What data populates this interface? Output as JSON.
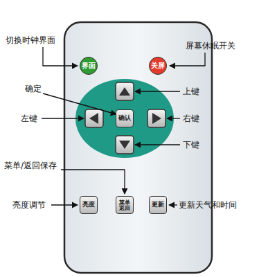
{
  "diagram": {
    "nodes": [
      {
        "text": [
          "界面"
        ]
      },
      {
        "text": [
          "关屏"
        ]
      },
      {
        "text": [
          "确认"
        ]
      },
      {
        "text": [
          "亮度"
        ]
      },
      {
        "text": [
          "菜单 返回"
        ]
      },
      {
        "text": [
          "更新"
        ]
      }
    ],
    "labels": [
      "切换时钟界面",
      "屏幕休眠开关",
      "确定",
      "上键",
      "左键",
      "右键",
      "下键",
      "菜单/返回保存",
      "亮度调节",
      "更新天气和时间"
    ]
  }
}
